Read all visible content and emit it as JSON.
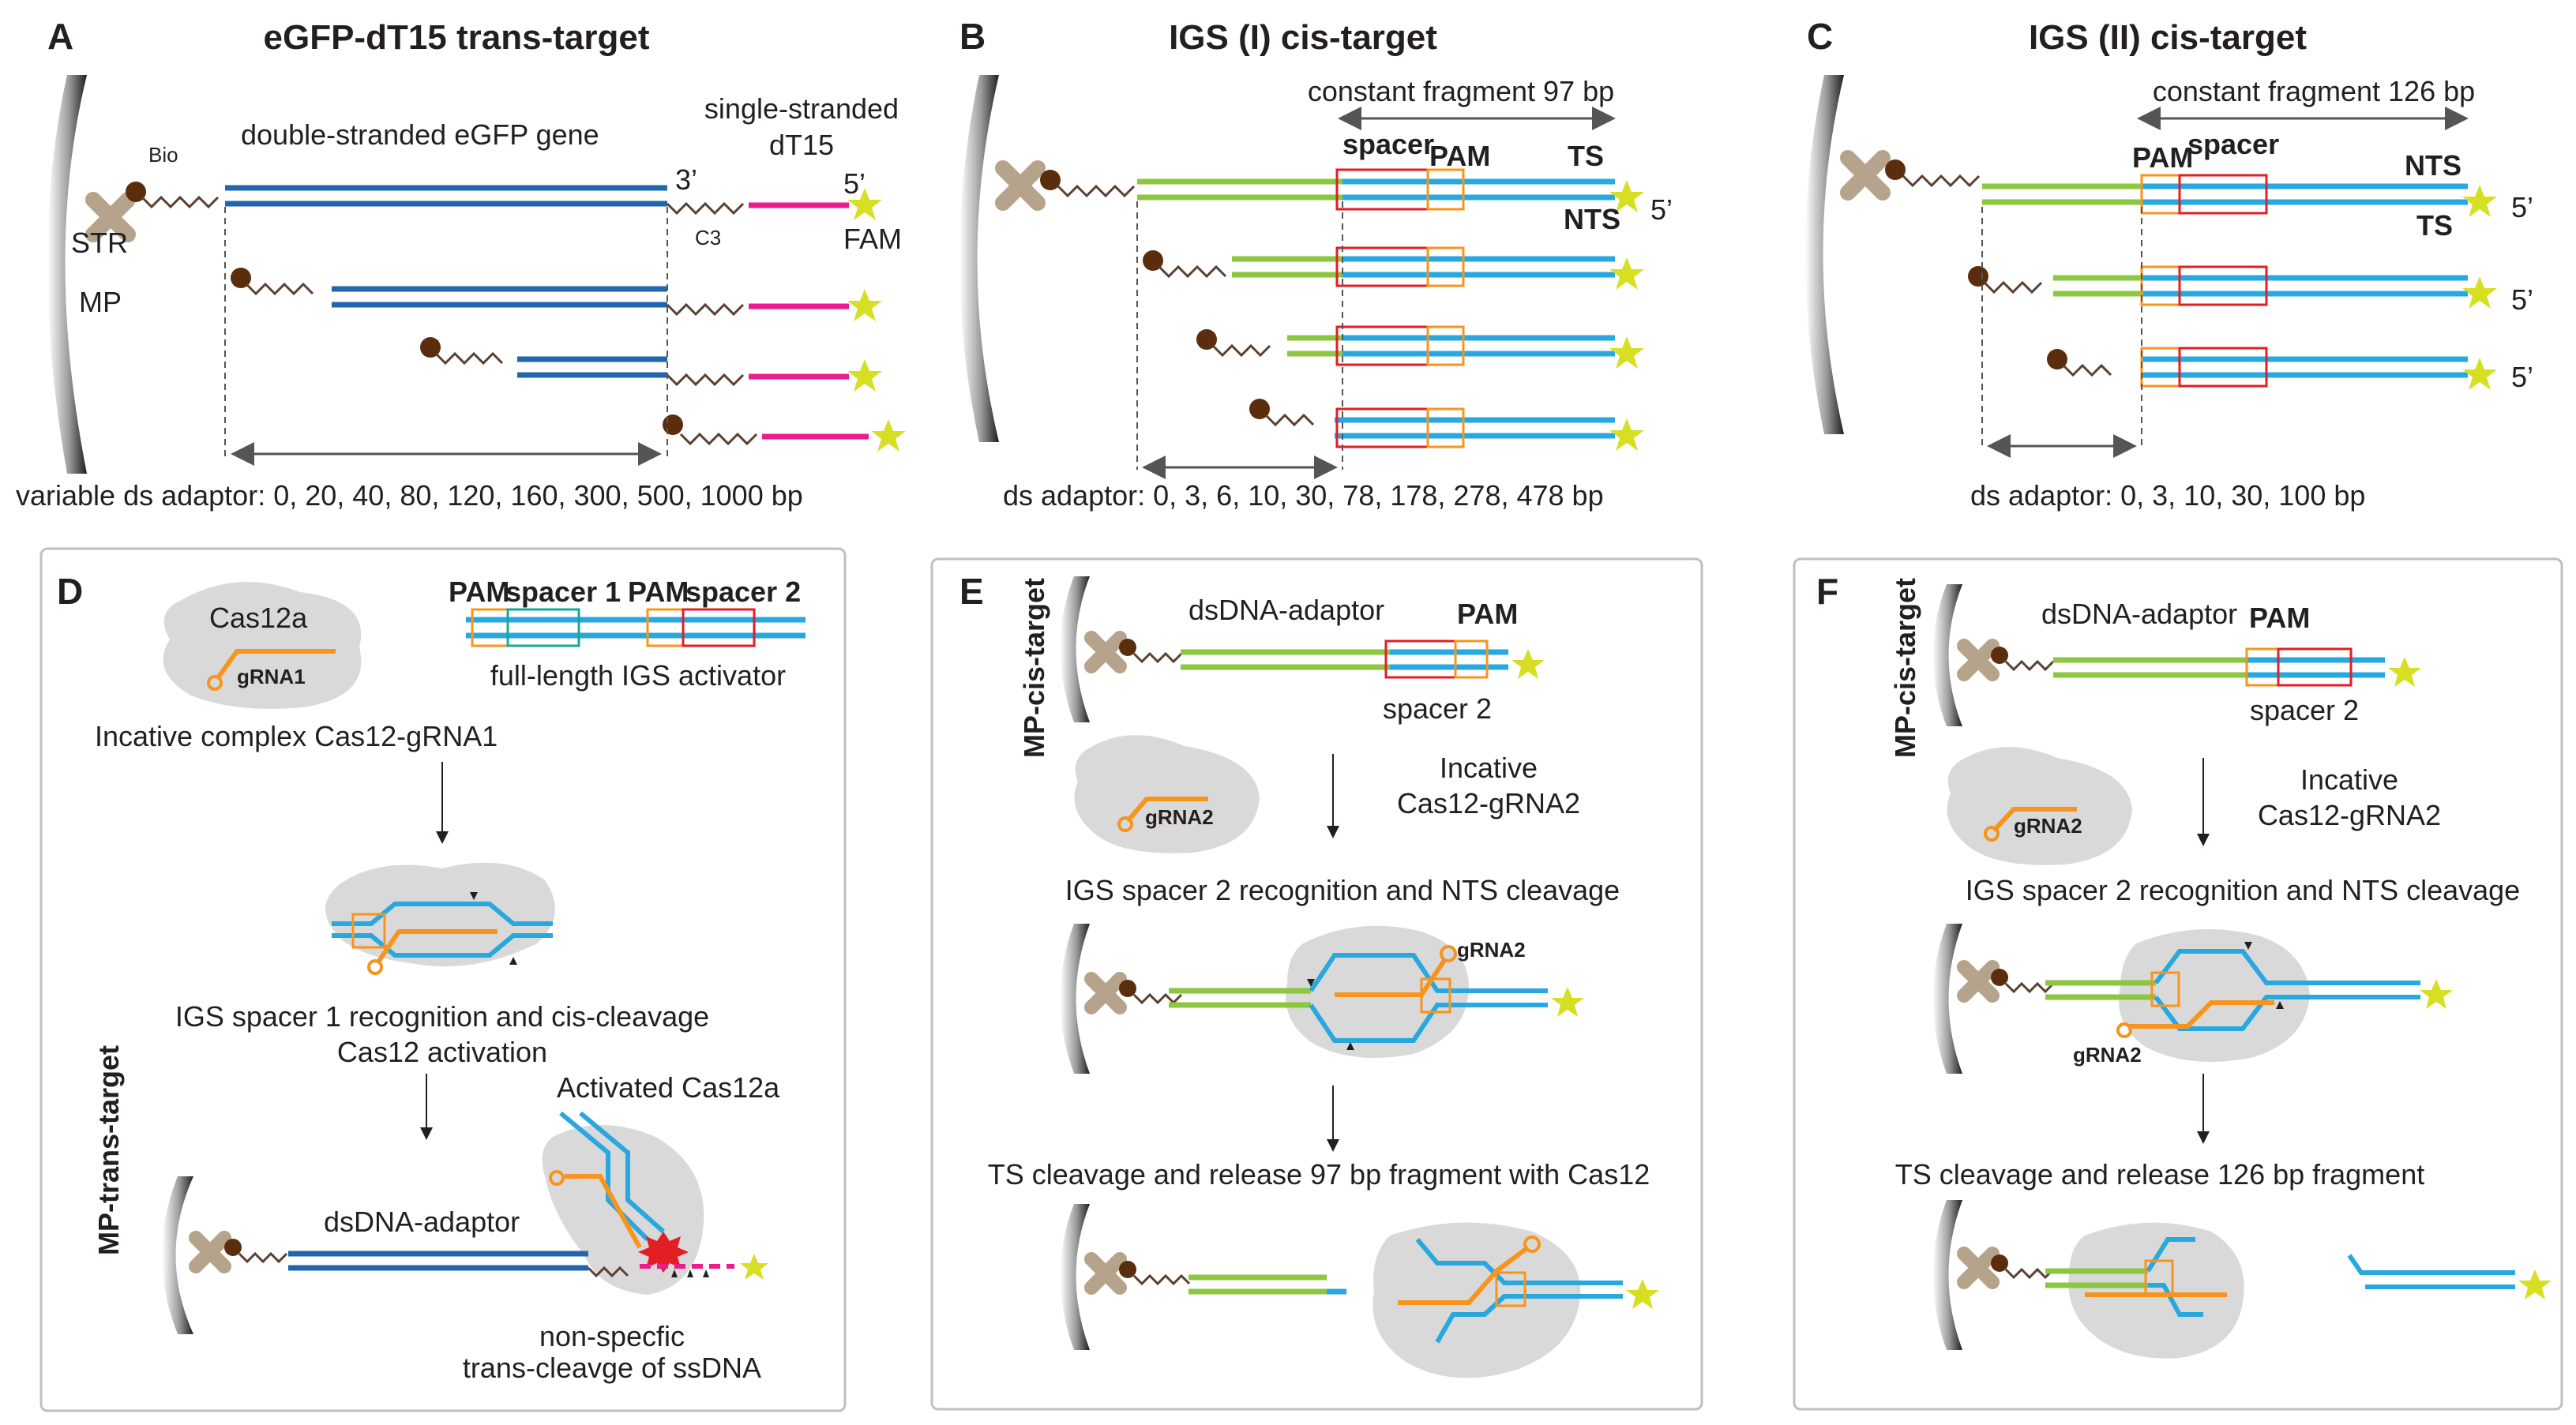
{
  "colors": {
    "blue_dark": "#2166ac",
    "blue_light": "#29a8e0",
    "green": "#8dc63f",
    "magenta": "#ec1c8c",
    "orange": "#f7941d",
    "red": "#e31e24",
    "teal": "#14a89a",
    "yellow_star": "#d7df23",
    "bead_gray": "#3a3a3a",
    "str_tan": "#b5a48b",
    "bio_brown": "#5a2d0c",
    "cas_gray": "#d9d9d9"
  },
  "panels": {
    "A": {
      "letter": "A",
      "title": "eGFP-dT15 trans-target",
      "ds_label": "double-stranded eGFP gene",
      "ss_label_1": "single-stranded",
      "ss_label_2": "dT15",
      "bio": "Bio",
      "str": "STR",
      "mp": "MP",
      "three_prime": "3’",
      "five_prime": "5’",
      "c3": "C3",
      "fam": "FAM",
      "caption": "variable ds adaptor: 0, 20, 40, 80, 120, 160, 300, 500, 1000 bp"
    },
    "B": {
      "letter": "B",
      "title": "IGS (I) cis-target",
      "constant": "constant fragment 97 bp",
      "spacer": "spacer",
      "pam": "PAM",
      "ts": "TS",
      "nts": "NTS",
      "five_prime": "5’",
      "caption": "ds adaptor: 0, 3, 6, 10, 30, 78, 178, 278, 478 bp"
    },
    "C": {
      "letter": "C",
      "title": "IGS (II) cis-target",
      "constant": "constant fragment 126 bp",
      "spacer": "spacer",
      "pam": "PAM",
      "nts": "NTS",
      "ts": "TS",
      "five_prime": "5’",
      "caption": "ds adaptor: 0, 3, 10, 30, 100 bp"
    },
    "D": {
      "letter": "D",
      "cas": "Cas12a",
      "grna1": "gRNA1",
      "pam1": "PAM",
      "spacer1": "spacer 1",
      "pam2": "PAM",
      "spacer2": "spacer 2",
      "activator": "full-length IGS activator",
      "step1": "Incative complex Cas12-gRNA1",
      "step2a": "IGS spacer 1 recognition and cis-cleavage",
      "step2b": "Cas12 activation",
      "activated": "Activated Cas12a",
      "side": "MP-trans-target",
      "adaptor": "dsDNA-adaptor",
      "trans1": "non-specfic",
      "trans2": "trans-cleavge of ssDNA"
    },
    "E": {
      "letter": "E",
      "side": "MP-cis-target",
      "adaptor": "dsDNA-adaptor",
      "pam": "PAM",
      "spacer2": "spacer 2",
      "grna2": "gRNA2",
      "inactive1": "Incative",
      "inactive2": "Cas12-gRNA2",
      "step1": "IGS spacer 2 recognition and NTS cleavage",
      "grna2b": "gRNA2",
      "step2": "TS cleavage and release 97 bp fragment with Cas12"
    },
    "F": {
      "letter": "F",
      "side": "MP-cis-target",
      "adaptor": "dsDNA-adaptor",
      "pam": "PAM",
      "spacer2": "spacer 2",
      "grna2": "gRNA2",
      "inactive1": "Incative",
      "inactive2": "Cas12-gRNA2",
      "step1": "IGS spacer 2 recognition and NTS cleavage",
      "grna2b": "gRNA2",
      "step2": "TS cleavage and release 126 bp fragment"
    }
  }
}
